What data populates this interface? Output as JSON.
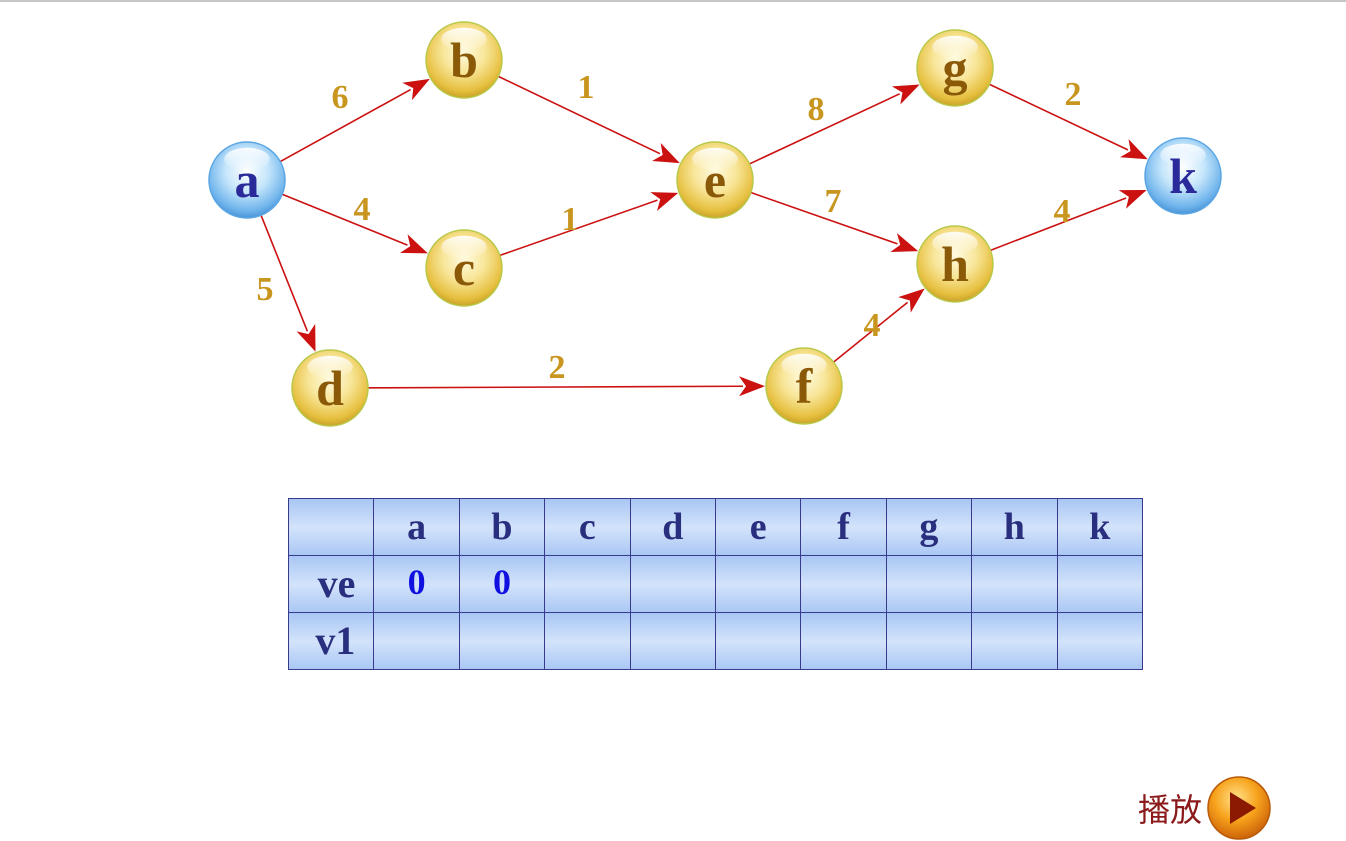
{
  "graph": {
    "nodes": [
      {
        "id": "a",
        "label": "a",
        "kind": "endpoint"
      },
      {
        "id": "b",
        "label": "b",
        "kind": "inner"
      },
      {
        "id": "c",
        "label": "c",
        "kind": "inner"
      },
      {
        "id": "d",
        "label": "d",
        "kind": "inner"
      },
      {
        "id": "e",
        "label": "e",
        "kind": "inner"
      },
      {
        "id": "f",
        "label": "f",
        "kind": "inner"
      },
      {
        "id": "g",
        "label": "g",
        "kind": "inner"
      },
      {
        "id": "h",
        "label": "h",
        "kind": "inner"
      },
      {
        "id": "k",
        "label": "k",
        "kind": "endpoint"
      }
    ],
    "edges": [
      {
        "from": "a",
        "to": "b",
        "weight": "6"
      },
      {
        "from": "a",
        "to": "c",
        "weight": "4"
      },
      {
        "from": "a",
        "to": "d",
        "weight": "5"
      },
      {
        "from": "b",
        "to": "e",
        "weight": "1"
      },
      {
        "from": "c",
        "to": "e",
        "weight": "1"
      },
      {
        "from": "d",
        "to": "f",
        "weight": "2"
      },
      {
        "from": "e",
        "to": "g",
        "weight": "8"
      },
      {
        "from": "e",
        "to": "h",
        "weight": "7"
      },
      {
        "from": "f",
        "to": "h",
        "weight": "4"
      },
      {
        "from": "g",
        "to": "k",
        "weight": "2"
      },
      {
        "from": "h",
        "to": "k",
        "weight": "4"
      }
    ],
    "colors": {
      "edge": "#cc1111",
      "weight": "#c8961e",
      "inner_text": "#8a5a08",
      "endpoint_text": "#2a2a9a"
    }
  },
  "table": {
    "columns": [
      "a",
      "b",
      "c",
      "d",
      "e",
      "f",
      "g",
      "h",
      "k"
    ],
    "rows": [
      {
        "label": "ve",
        "values": [
          "0",
          "0",
          "",
          "",
          "",
          "",
          "",
          "",
          ""
        ]
      },
      {
        "label": "v1",
        "values": [
          "",
          "",
          "",
          "",
          "",
          "",
          "",
          "",
          ""
        ]
      }
    ]
  },
  "controls": {
    "play_label": "播放",
    "play_icon": "play-icon"
  }
}
